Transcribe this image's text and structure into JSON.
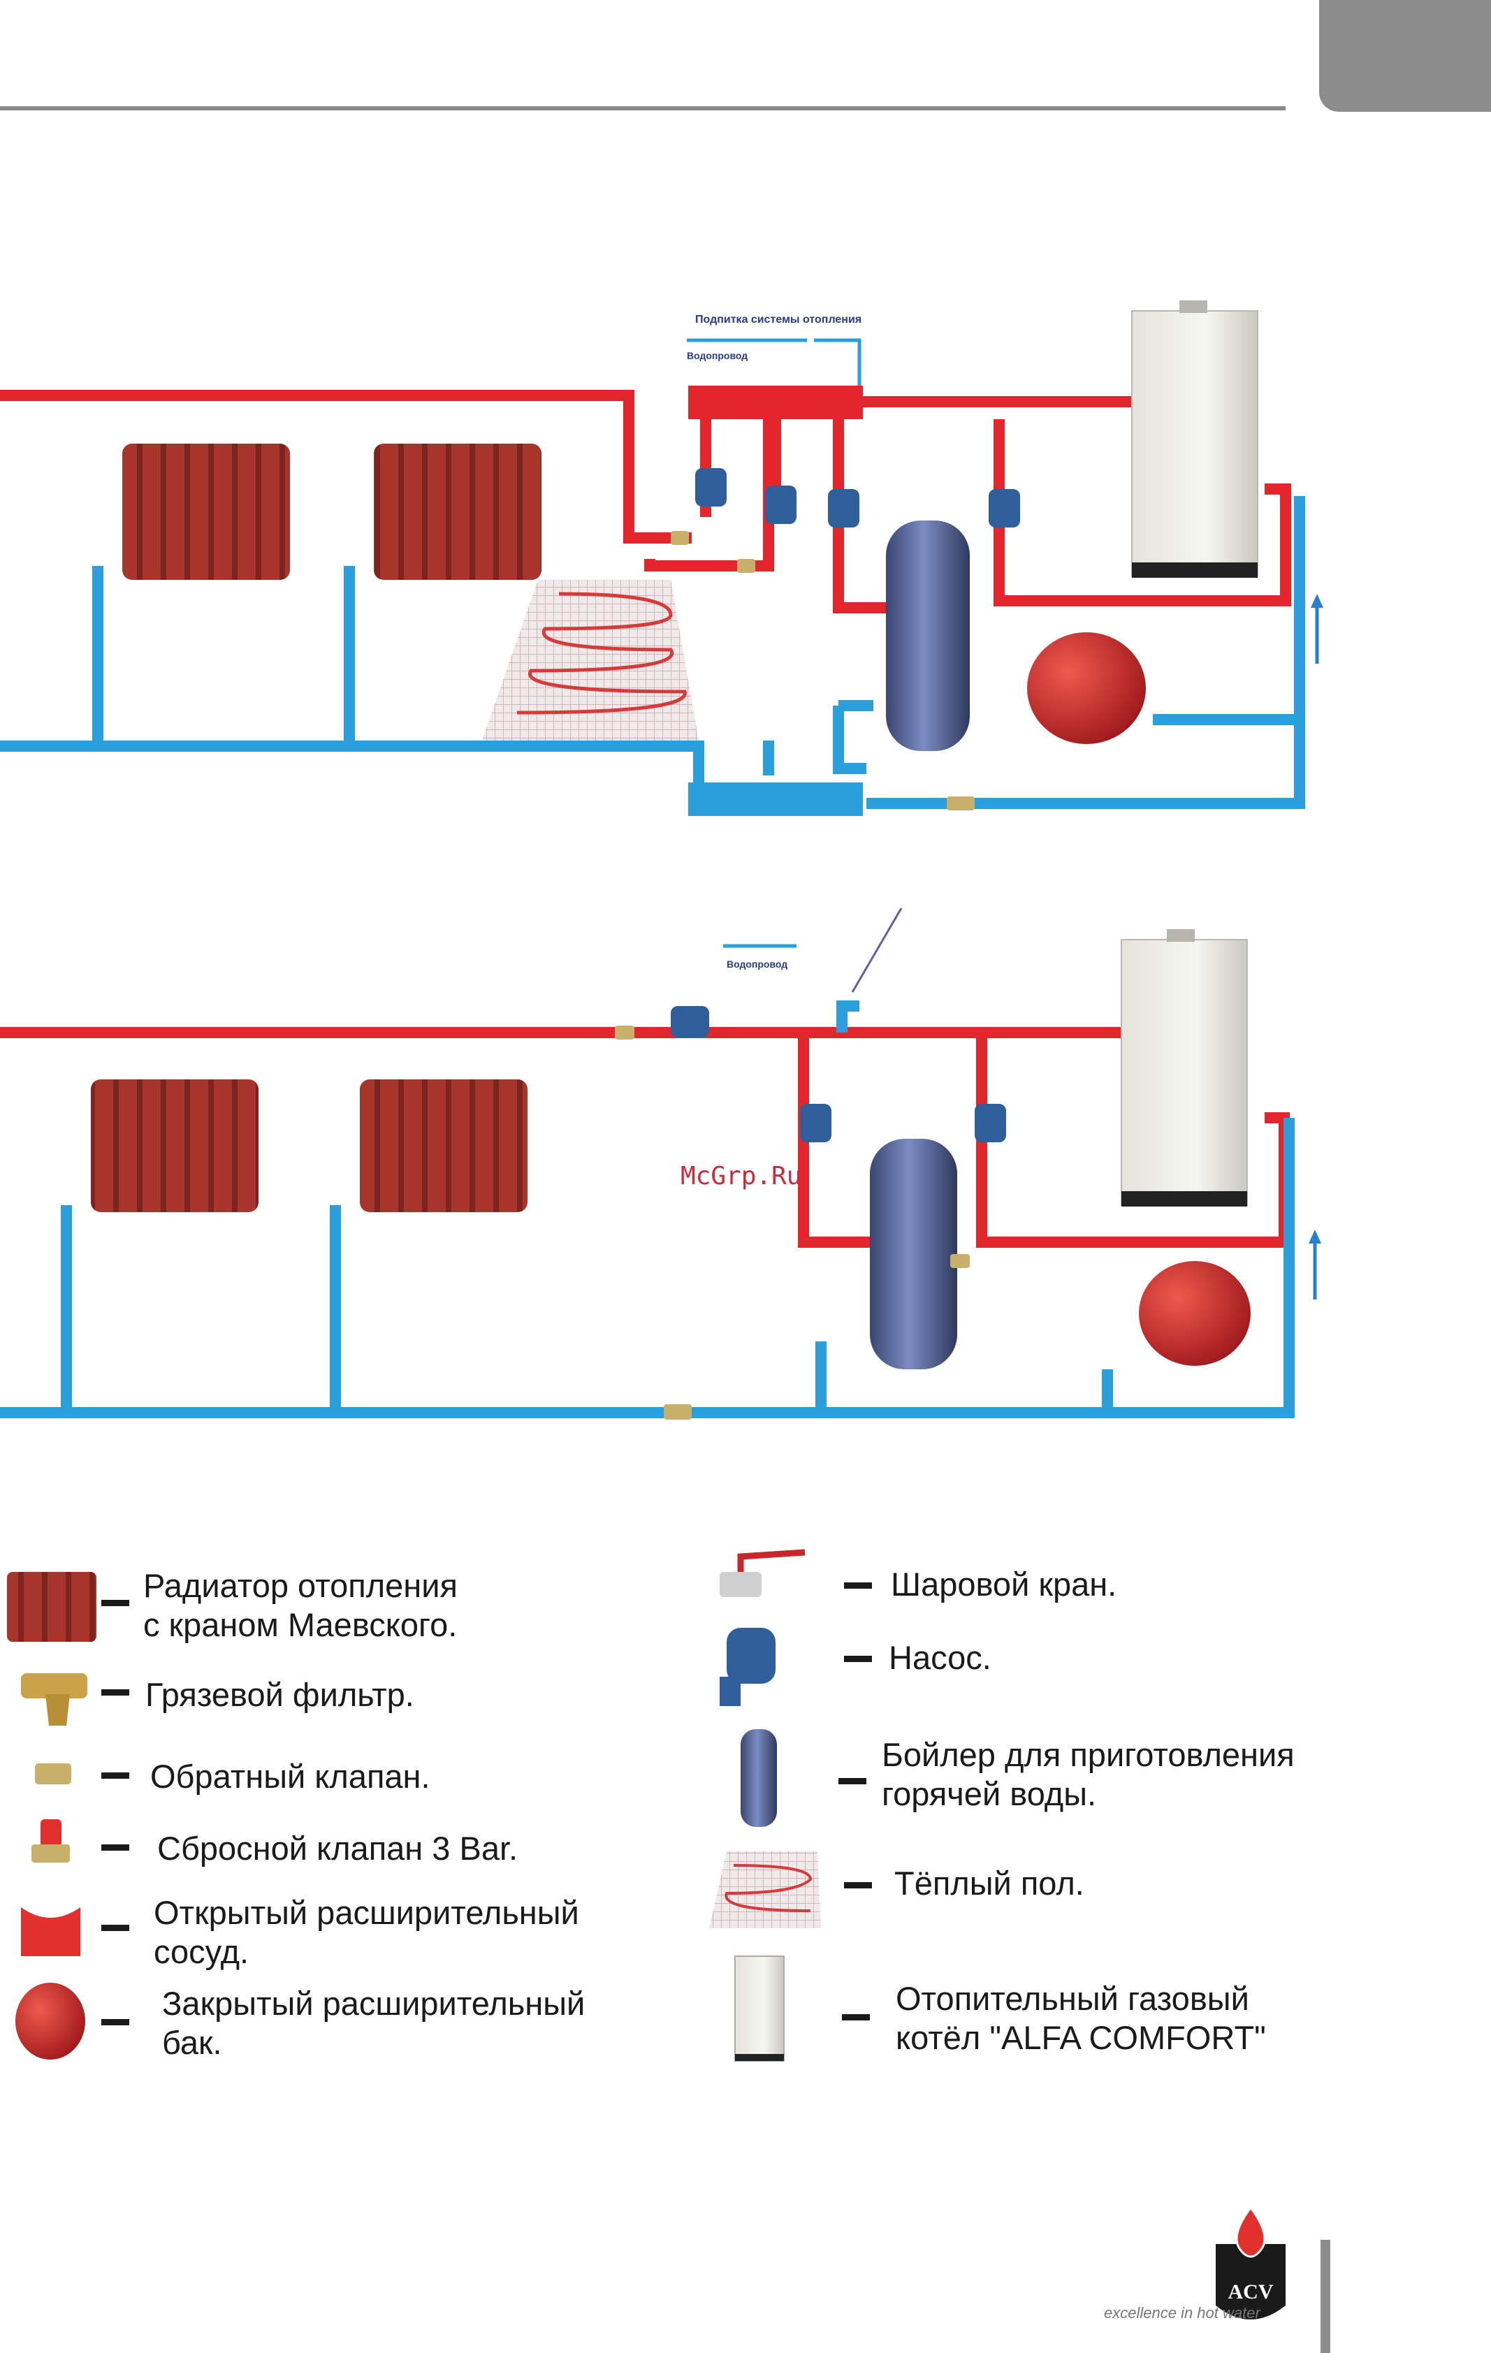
{
  "diagram1": {
    "supply_label": "Подпитка системы отопления",
    "water_label": "Водопровод"
  },
  "diagram2": {
    "water_label": "Водопровод"
  },
  "watermark": "McGrp.Ru",
  "legend": {
    "left": [
      {
        "icon": "radiator-icon",
        "text": "Радиатор отопления\nс краном Маевского."
      },
      {
        "icon": "strainer-icon",
        "text": "Грязевой фильтр."
      },
      {
        "icon": "check-valve-icon",
        "text": "Обратный клапан."
      },
      {
        "icon": "relief-valve-icon",
        "text": "Сбросной клапан 3 Bar."
      },
      {
        "icon": "open-tank-icon",
        "text": "Открытый расширительный\nсосуд."
      },
      {
        "icon": "closed-tank-icon",
        "text": "Закрытый расширительный\nбак."
      }
    ],
    "right": [
      {
        "icon": "ball-valve-icon",
        "text": "Шаровой кран."
      },
      {
        "icon": "pump-icon",
        "text": "Насос."
      },
      {
        "icon": "boiler-tank-icon",
        "text": "Бойлер для приготовления\nгорячей воды."
      },
      {
        "icon": "floor-heating-icon",
        "text": "Тёплый пол."
      },
      {
        "icon": "gas-boiler-icon",
        "text": "Отопительный газовый\nкотёл \"ALFA COMFORT\""
      }
    ]
  },
  "brand": {
    "logo_text": "ACV",
    "tagline": "excellence in hot water"
  },
  "colors": {
    "hot_pipe": "#e3262c",
    "cold_pipe": "#2a9fdc",
    "radiator": "#a8352c",
    "tank": "#5a6a9a",
    "expansion": "#c9272a",
    "header_grey": "#8c8c8c"
  }
}
